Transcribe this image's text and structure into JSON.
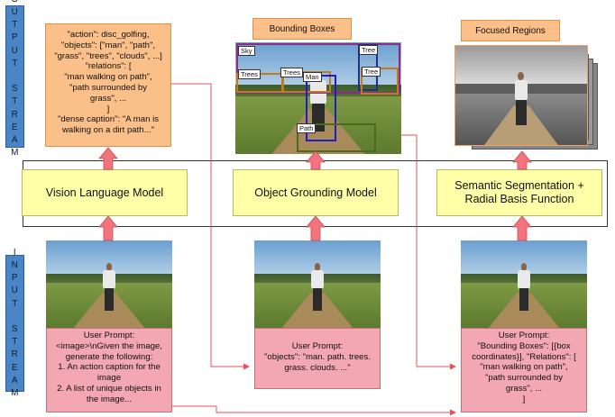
{
  "streams": {
    "output": "O\nU\nT\nP\nU\nT\n\nS\nT\nR\nE\nA\nM",
    "input": "I\nN\nP\nU\nT\n\nS\nT\nR\nE\nA\nM"
  },
  "output_text": "\"action\": disc_golfing,\n\"objects\": [\"man\", \"path\",\n\"grass\", \"trees\", \"clouds\", ...]\n\"relations\": [\n\"man walking on path\",\n\"path surrounded by\ngrass\", ...\n]\n\"dense caption\": \"A man is\nwalking on a dirt path...\"",
  "titles": {
    "bounding_boxes": "Bounding Boxes",
    "focused_regions": "Focused Regions"
  },
  "bbox_labels": [
    "Sky",
    "Tree",
    "Trees",
    "Trees",
    "Man",
    "Tree",
    "Path"
  ],
  "models": {
    "vlm": "Vision Language Model",
    "grounding": "Object Grounding Model",
    "segmentation": "Semantic Segmentation +\nRadial Basis Function"
  },
  "prompts": {
    "left": "User Prompt:\n<image>\\nGiven the image,\ngenerate the following:\n1. An action caption for the\nimage\n2. A list of unique objects in\nthe image...",
    "middle": "User Prompt:\n\"objects\": \"man. path. trees.\ngrass. clouds. ...\"",
    "right": "User Prompt:\n\"Bounding Boxes\": [{box\ncoordinates}], \"Relations\": [\n\"man walking on path\",\n\"path surrounded by\ngrass\", ...\n]"
  },
  "colors": {
    "stream_blue": "#4a86c5",
    "output_orange": "#fbbf8a",
    "model_yellow": "#ffffa8",
    "prompt_pink": "#f2a7b2",
    "arrow_pink": "#f4747e",
    "connector_red": "#e6505a"
  }
}
